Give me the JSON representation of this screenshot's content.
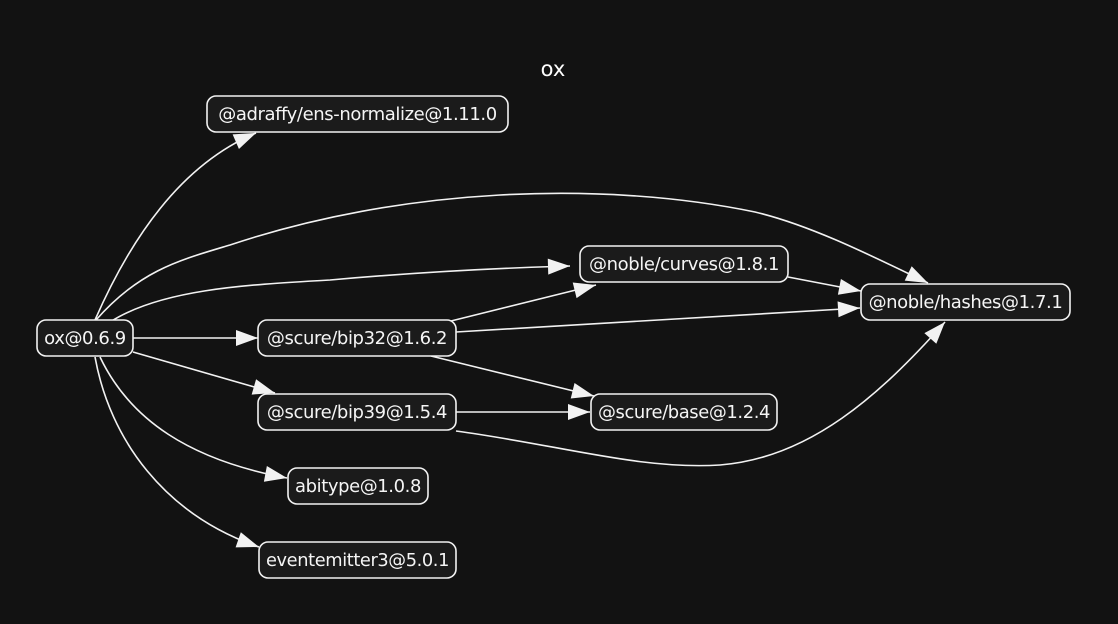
{
  "title": "ox",
  "nodes": [
    {
      "id": "ox",
      "label": "ox@0.6.9"
    },
    {
      "id": "adraffy",
      "label": "@adraffy/ens-normalize@1.11.0"
    },
    {
      "id": "curves",
      "label": "@noble/curves@1.8.1"
    },
    {
      "id": "hashes",
      "label": "@noble/hashes@1.7.1"
    },
    {
      "id": "bip32",
      "label": "@scure/bip32@1.6.2"
    },
    {
      "id": "bip39",
      "label": "@scure/bip39@1.5.4"
    },
    {
      "id": "base",
      "label": "@scure/base@1.2.4"
    },
    {
      "id": "abitype",
      "label": "abitype@1.0.8"
    },
    {
      "id": "eventemitter3",
      "label": "eventemitter3@5.0.1"
    }
  ],
  "edges": [
    {
      "from": "ox",
      "to": "adraffy"
    },
    {
      "from": "ox",
      "to": "hashes"
    },
    {
      "from": "ox",
      "to": "curves"
    },
    {
      "from": "ox",
      "to": "bip32"
    },
    {
      "from": "ox",
      "to": "bip39"
    },
    {
      "from": "ox",
      "to": "abitype"
    },
    {
      "from": "ox",
      "to": "eventemitter3"
    },
    {
      "from": "curves",
      "to": "hashes"
    },
    {
      "from": "bip32",
      "to": "curves"
    },
    {
      "from": "bip32",
      "to": "hashes"
    },
    {
      "from": "bip32",
      "to": "base"
    },
    {
      "from": "bip39",
      "to": "base"
    },
    {
      "from": "bip39",
      "to": "hashes"
    }
  ]
}
